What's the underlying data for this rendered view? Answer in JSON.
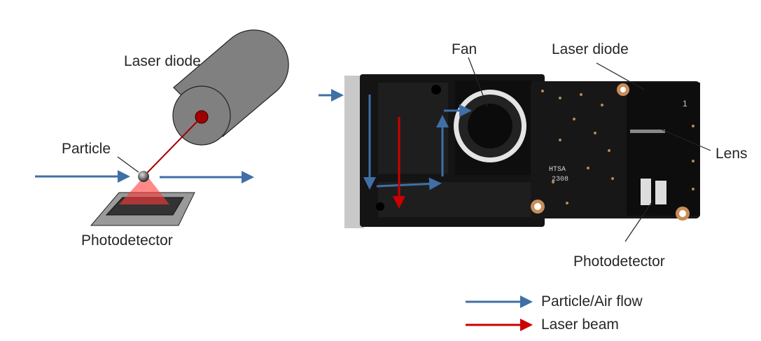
{
  "schematic": {
    "laser_diode_label": "Laser diode",
    "particle_label": "Particle",
    "photodetector_label": "Photodetector"
  },
  "sensor_photo": {
    "fan_label": "Fan",
    "laser_diode_label": "Laser diode",
    "lens_label": "Lens",
    "photodetector_label": "Photodetector",
    "pcb_marking_line1": "HTSA",
    "pcb_marking_line2": "2308",
    "pcb_pin_label": "1"
  },
  "legend": {
    "items": [
      {
        "label": "Particle/Air flow",
        "color": "#3f6fa6"
      },
      {
        "label": "Laser beam",
        "color": "#cc0000"
      }
    ]
  },
  "colors": {
    "air_flow": "#3f6fa6",
    "laser": "#cc0000",
    "text": "#262626"
  }
}
